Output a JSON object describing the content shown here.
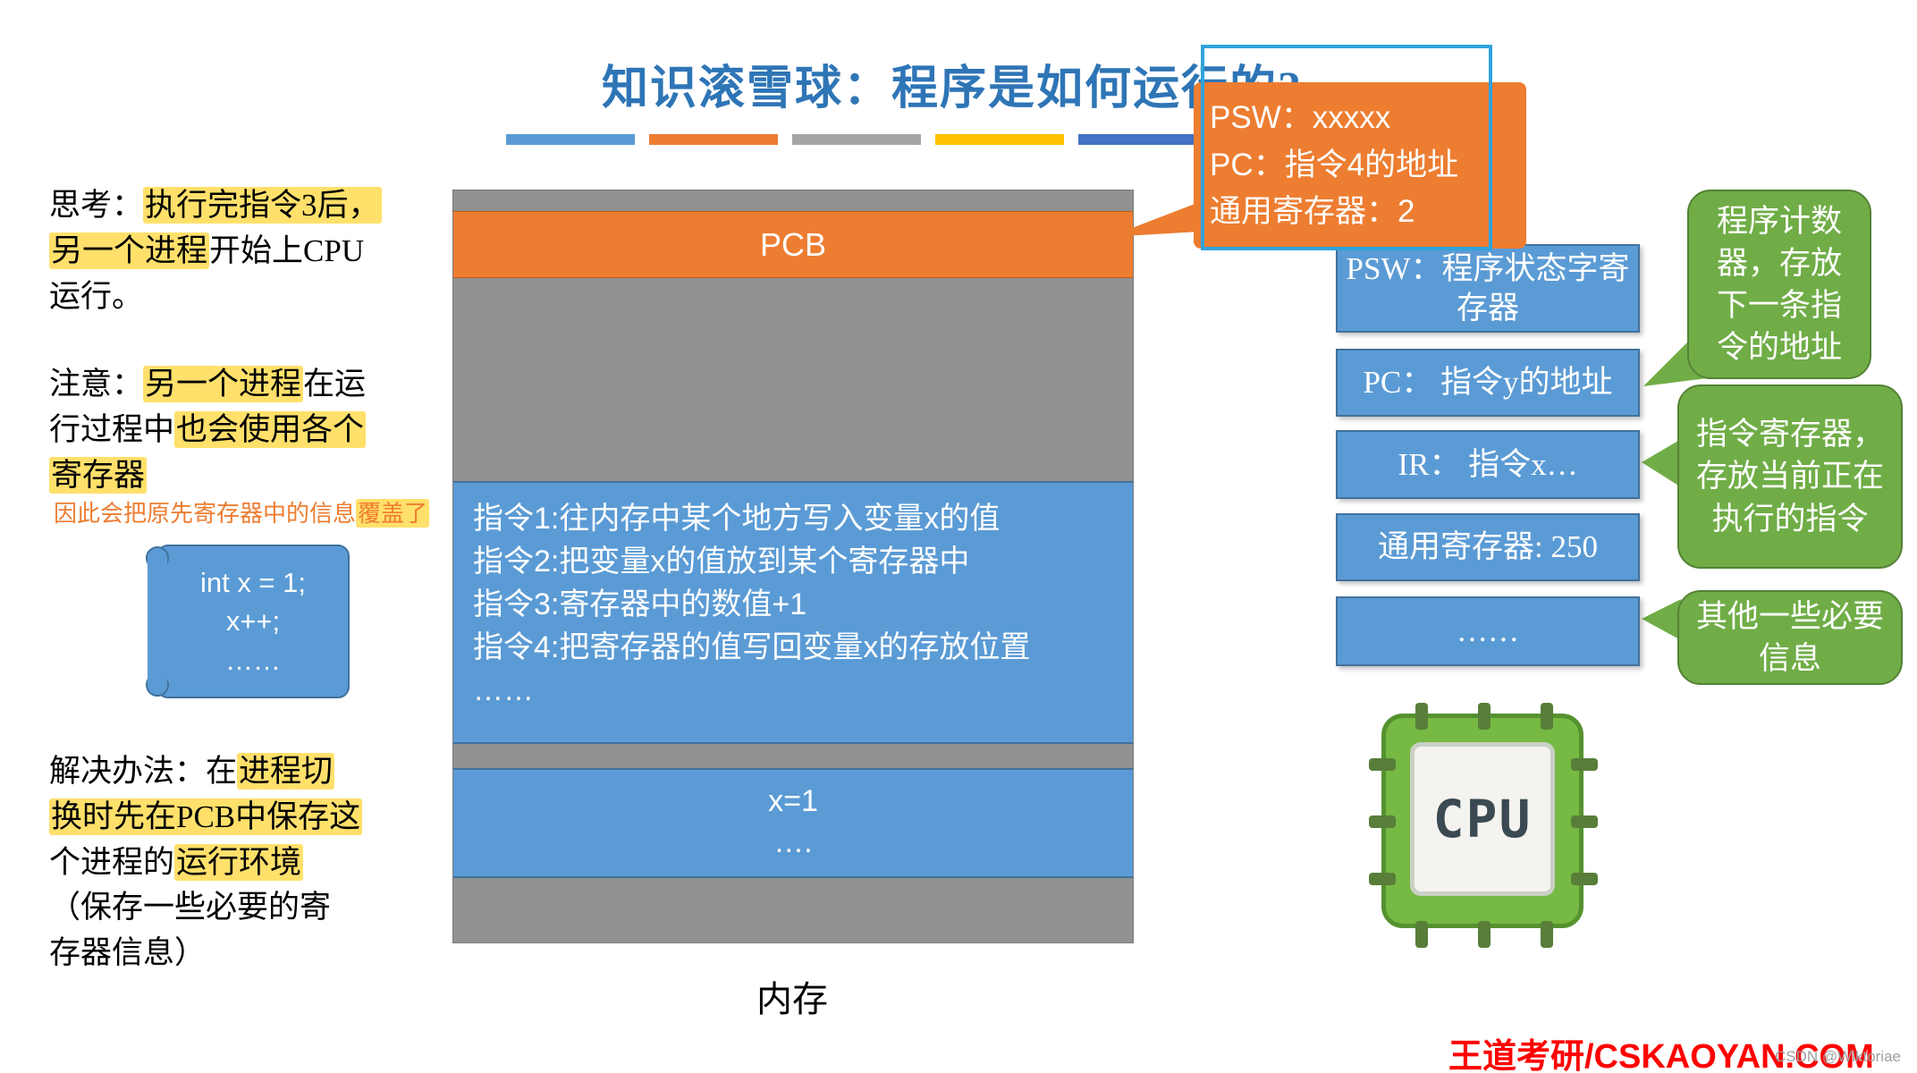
{
  "title": "知识滚雪球：程序是如何运行的?",
  "colors": {
    "accent_blue": "#5B9BD5",
    "accent_orange": "#ED7D31",
    "accent_green": "#70AD47",
    "memory_gray": "#919191",
    "title_blue": "#2E75B6",
    "highlight_yellow": "#FFE06B",
    "focus_rect_blue": "#2FA3DC",
    "brand_red": "#FF0000",
    "deco_bars": [
      "#5B9BD5",
      "#ED7D31",
      "#A5A5A5",
      "#FFC000",
      "#4472C4"
    ]
  },
  "left": {
    "think": {
      "seg1": "思考：",
      "seg2": "执行完指令3后，",
      "seg3": "另一个进程",
      "seg4": "开始上CPU",
      "seg5": "运行。"
    },
    "notice": {
      "seg1": "注意：",
      "seg2": "另一个进程",
      "seg3": "在运",
      "seg4": "行过程中",
      "seg5": "也会使用各个",
      "seg6": "寄存器"
    },
    "overwrite_note": {
      "seg1": "因此会把原先寄存器中的信息",
      "seg2": "覆盖了"
    },
    "code_scroll": {
      "line1": "int x = 1;",
      "line2": "x++;",
      "line3": "……"
    },
    "solution": {
      "seg1": "解决办法：在",
      "seg2": "进程切",
      "seg3": "换时先在PCB中保存这",
      "seg4": "个进程的",
      "seg5": "运行环境",
      "seg6": "（保存一些必要的寄",
      "seg7": "存器信息）"
    }
  },
  "memory": {
    "pcb_label": "PCB",
    "instructions": [
      "指令1:往内存中某个地方写入变量x的值",
      "指令2:把变量x的值放到某个寄存器中",
      "指令3:寄存器中的数值+1",
      "指令4:把寄存器的值写回变量x的存放位置",
      "……"
    ],
    "data_block": [
      "x=1",
      "…."
    ],
    "caption": "内存"
  },
  "snapshot_callout": {
    "line1": "PSW：xxxxx",
    "line2": "PC：指令4的地址",
    "line3": "通用寄存器：2"
  },
  "registers": [
    "PSW：程序状态字寄存器",
    "PC： 指令y的地址",
    "IR： 指令x…",
    "通用寄存器:  250",
    "……"
  ],
  "green_callouts": [
    "程序计数器，存放下一条指令的地址",
    "指令寄存器，存放当前正在执行的指令",
    "其他一些必要信息"
  ],
  "cpu_icon_label": "CPU",
  "footer": {
    "brand": "王道考研/CSKAOYAN.COM",
    "watermark": "CSDN @Wiktoriae"
  }
}
